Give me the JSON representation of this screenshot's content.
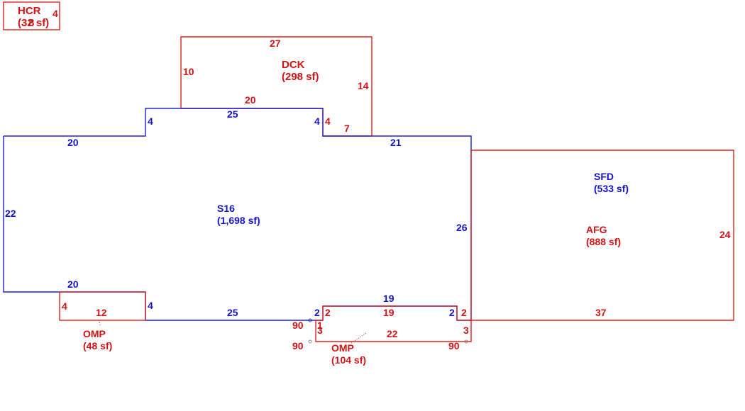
{
  "colors": {
    "red": "#d21414",
    "blue": "#1414c8"
  },
  "areas": {
    "hcr": {
      "code": "HCR",
      "area": "(32 sf)",
      "overlap": "8"
    },
    "dck": {
      "code": "DCK",
      "area": "(298 sf)"
    },
    "s16": {
      "code": "S16",
      "area": "(1,698 sf)"
    },
    "sfd": {
      "code": "SFD",
      "area": "(533 sf)"
    },
    "afg": {
      "code": "AFG",
      "area": "(888 sf)"
    },
    "omp_left": {
      "code": "OMP",
      "area": "(48 sf)"
    },
    "omp_right": {
      "code": "OMP",
      "area": "(104 sf)"
    }
  },
  "dims": {
    "hcr_side": "4",
    "dck_top": "27",
    "dck_left": "10",
    "dck_right": "14",
    "dck_bottom": "20",
    "dck_step_v": "4",
    "dck_step_h": "7",
    "s16_top_mid": "25",
    "s16_step_left": "4",
    "s16_step_right": "4",
    "s16_top_left": "20",
    "s16_top_right": "21",
    "s16_left": "22",
    "s16_right": "26",
    "s16_bottom_left": "20",
    "s16_step_bottom": "4",
    "s16_bottom_mid": "25",
    "s16_notch_left": "2",
    "s16_bottom_right": "19",
    "s16_notch_right": "2",
    "afg_right": "24",
    "afg_bottom": "37",
    "afg_notch": "2",
    "ompl_left": "4",
    "ompl_bottom": "12",
    "ompr_top_left": "2",
    "ompr_top": "19",
    "ompr_top_right": "2",
    "ompr_bottom": "22",
    "ompr_left": "3",
    "ompr_right": "3",
    "ompr_tick": "1",
    "angle_a": "90",
    "angle_b": "90",
    "angle_c": "90"
  }
}
